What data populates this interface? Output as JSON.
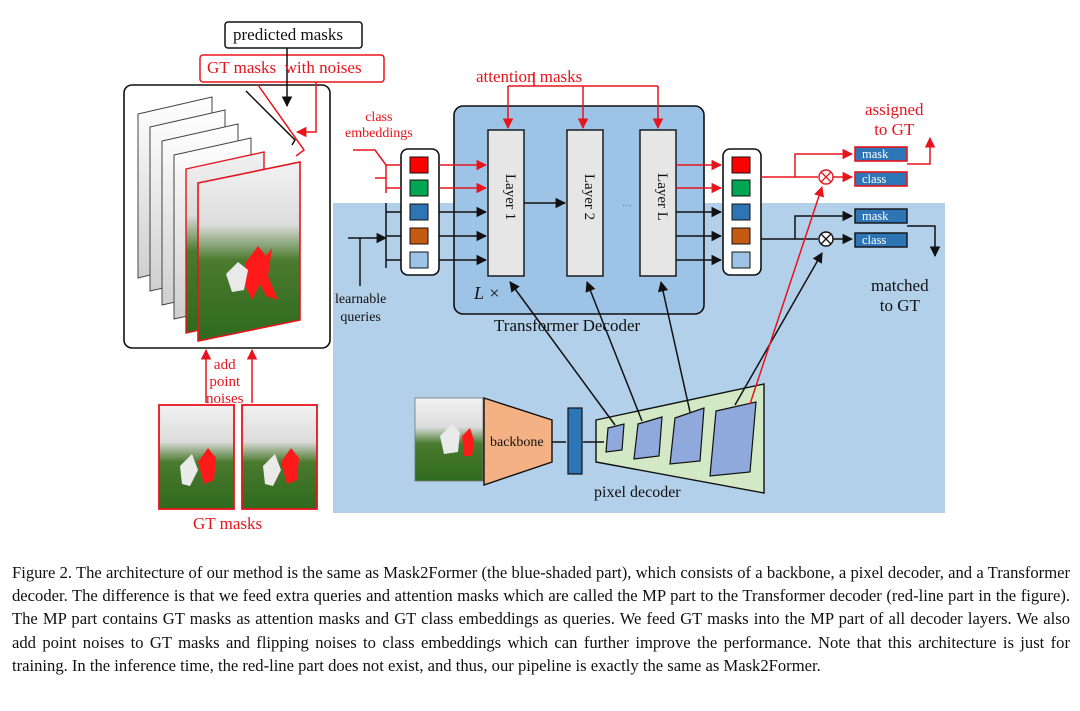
{
  "diagram": {
    "labels": {
      "predicted_masks": "predicted masks",
      "gt_masks_with_noises": "GT masks  with noises",
      "attention_masks": "attention masks",
      "class_embeddings": "class\nembeddings",
      "assigned_to_gt": "assigned\nto GT",
      "matched_to_gt": "matched\nto GT",
      "learnable_queries": "learnable\nqueries",
      "add_point_noises": "add\npoint\nnoises",
      "gt_masks": "GT masks",
      "transformer_decoder": "Transformer Decoder",
      "backbone": "backbone",
      "pixel_decoder": "pixel decoder",
      "layer_1": "Layer 1",
      "layer_2": "Layer 2",
      "layer_l": "Layer L",
      "repeat": "L ×",
      "mask_top": "mask",
      "class_top": "class",
      "mask_bottom": "mask",
      "class_bottom": "class"
    },
    "colors": {
      "red": "#e8141c",
      "blue_region": "#b2d0ea",
      "decoder_box": "#9dc3e6",
      "backbone": "#f4b183",
      "pixel_decoder": "#d3e8c4",
      "feature_map": "#8fa9dc",
      "query_red": "#ff0000",
      "query_green": "#00a651",
      "query_blue": "#2e75b6",
      "query_orange": "#c55a11",
      "query_light": "#9dc3e6"
    }
  },
  "caption": {
    "text": "Figure 2. The architecture of our method is the same as Mask2Former (the blue-shaded part), which consists of a backbone, a pixel decoder, and a Transformer decoder. The difference is that we feed extra queries and attention masks which are called the MP part to the Transformer decoder (red-line part in the figure). The MP part contains GT masks as attention masks and GT class embeddings as queries. We feed GT masks into the MP part of all decoder layers. We also add point noises to GT masks and flipping noises to class embeddings which can further improve the performance. Note that this architecture is just for training. In the inference time, the red-line part does not exist, and thus, our pipeline is exactly the same as Mask2Former."
  }
}
